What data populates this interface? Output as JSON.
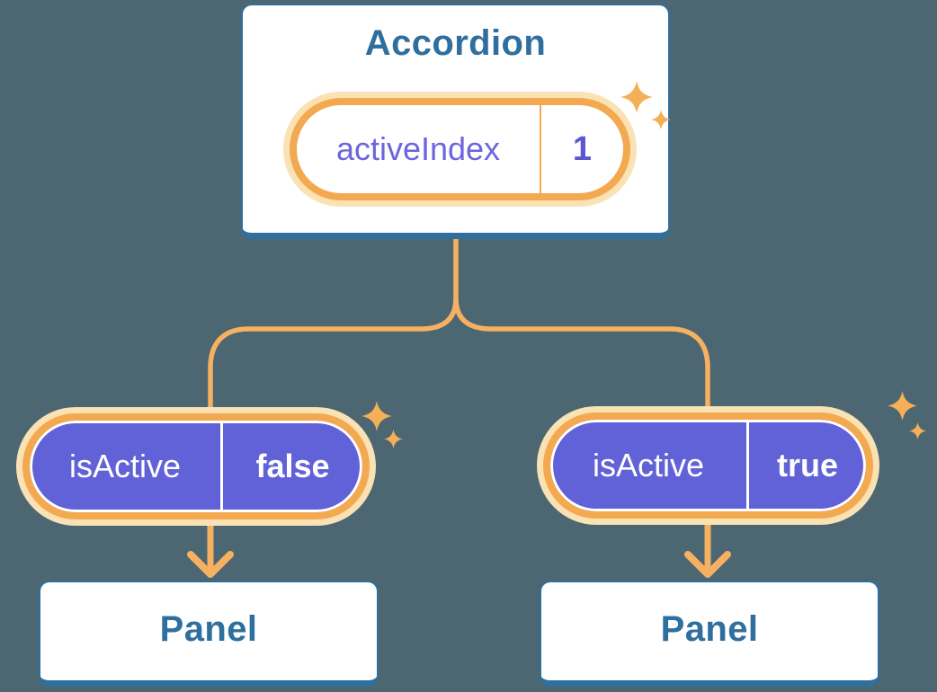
{
  "background_color": "#4C6771",
  "palette": {
    "card_border_blue": "#2F6F9E",
    "title_blue": "#2F6F9E",
    "orange_ring": "#F3A94F",
    "orange_halo": "#FAE2B5",
    "connector_orange": "#F5B161",
    "sparkle_orange": "#F5AF58",
    "purple_fill": "#6262D8",
    "purple_label_text": "#6C66DE",
    "purple_value_text": "#5B57D1",
    "card_fill": "#FFFFFF"
  },
  "icons": {
    "sparkle-icon": "✦"
  },
  "diagram": {
    "root": {
      "title": "Accordion",
      "state": {
        "label": "activeIndex",
        "value": "1"
      }
    },
    "branches": [
      {
        "prop": {
          "label": "isActive",
          "value": "false"
        },
        "child_title": "Panel"
      },
      {
        "prop": {
          "label": "isActive",
          "value": "true"
        },
        "child_title": "Panel"
      }
    ]
  }
}
